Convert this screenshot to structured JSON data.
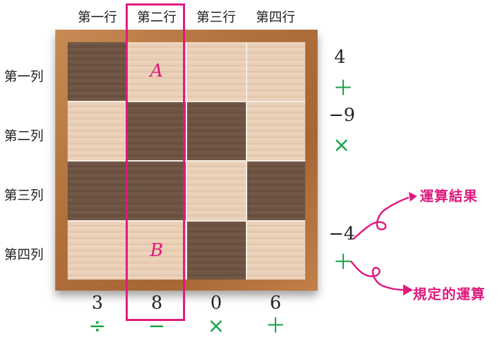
{
  "columns": [
    "第一行",
    "第二行",
    "第三行",
    "第四行"
  ],
  "rows": [
    "第一列",
    "第二列",
    "第三列",
    "第四列"
  ],
  "cells": [
    [
      "dark",
      "light",
      "light",
      "light"
    ],
    [
      "light",
      "dark",
      "dark",
      "light"
    ],
    [
      "dark",
      "dark",
      "light",
      "dark"
    ],
    [
      "light",
      "light",
      "dark",
      "light"
    ]
  ],
  "cell_labels": {
    "A": "A",
    "B": "B"
  },
  "row_results": [
    {
      "value": "4",
      "op": "＋"
    },
    {
      "value": "−9",
      "op": "×"
    },
    {
      "value": "",
      "op": ""
    },
    {
      "value": "−4",
      "op": "＋"
    }
  ],
  "column_results": [
    {
      "value": "3",
      "op": "÷"
    },
    {
      "value": "8",
      "op": "−"
    },
    {
      "value": "0",
      "op": "×"
    },
    {
      "value": "6",
      "op": "＋"
    }
  ],
  "callouts": {
    "result": "運算結果",
    "rule": "規定的運算"
  },
  "colors": {
    "accent": "#e0197d",
    "op": "#1aa34a"
  }
}
